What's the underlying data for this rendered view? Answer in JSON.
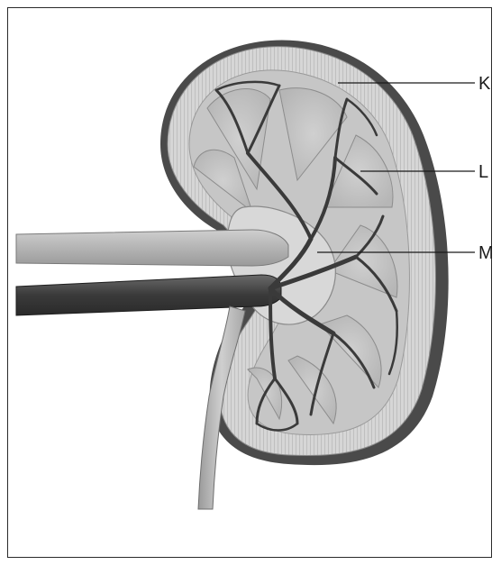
{
  "diagram": {
    "labels": [
      {
        "id": "K",
        "text": "K"
      },
      {
        "id": "L",
        "text": "L"
      },
      {
        "id": "M",
        "text": "M"
      }
    ]
  }
}
